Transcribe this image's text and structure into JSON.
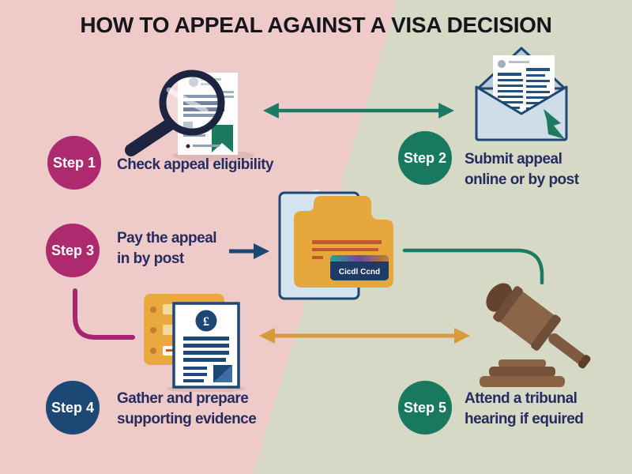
{
  "title": "HOW TO APPEAL AGAINST A VISA DECISION",
  "steps": [
    {
      "badge": "Step 1",
      "label": "Check appeal eligibility",
      "badge_color": "#ad2a6f",
      "icon": "magnifier-over-document"
    },
    {
      "badge": "Step 2",
      "label": "Submit appeal\nonline or by post",
      "badge_color": "#18795e",
      "icon": "open-envelope-with-letter"
    },
    {
      "badge": "Step 3",
      "label": "Pay the appeal\nin by post",
      "badge_color": "#ad2a6f",
      "icon": "folder-with-credit-card"
    },
    {
      "badge": "Step 4",
      "label": "Gather and prepare\nsupporting evidence",
      "badge_color": "#1d4775",
      "icon": "folder-with-evidence-document"
    },
    {
      "badge": "Step 5",
      "label": "Attend a tribunal\nhearing if equired",
      "badge_color": "#18795e",
      "icon": "gavel"
    }
  ],
  "credit_card_text": "Cicdl Ccnd",
  "pound_symbol": "£",
  "colors": {
    "background_left": "#eecac9",
    "background_right": "#d6d9c5",
    "title_text": "#15151c",
    "label_text": "#262c5f",
    "badge_magenta": "#ad2a6f",
    "badge_teal": "#18795e",
    "badge_navy": "#1d4775",
    "arrow_teal": "#1b7a61",
    "arrow_navy": "#1d4775",
    "arrow_orange": "#d79a3c",
    "connector_magenta": "#a62570",
    "folder_orange": "#e6a73c",
    "ribbon_green": "#1e7a5f",
    "gavel_brown": "#8a6548"
  }
}
